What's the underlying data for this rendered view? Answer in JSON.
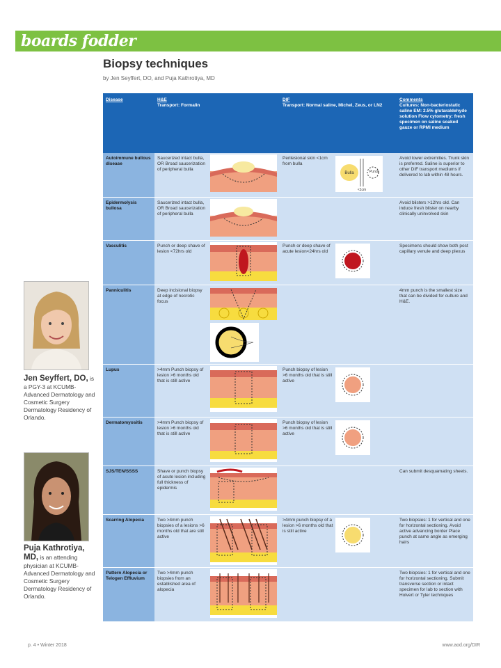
{
  "banner": {
    "text": "boards fodder"
  },
  "title": "Biopsy techniques",
  "byline": "by Jen Seyffert, DO, and Puja Kathrotiya, MD",
  "authors": [
    {
      "name": "Jen Seyffert, DO,",
      "bio": "is a PGY-3 at KCUMB-Advanced Dermatology and Cosmetic Surgery Dermatology Residency of Orlando."
    },
    {
      "name": "Puja Kathrotiya, MD,",
      "bio": "is an attending physician at KCUMB-Advanced Dermatology and Cosmetic Surgery Dermatology Residency of Orlando."
    }
  ],
  "table": {
    "headers": {
      "disease": "Disease",
      "he_title": "H&E",
      "he_transport": "Transport: Formalin",
      "dif_title": "DIF",
      "dif_transport": "Transport: Normal saline, Michel, Zeus, or LN2",
      "comments_title": "Comments",
      "comments_text": "Cultures: Non-bacteriostatic saline EM: 2.5% glutaraldehyde solution Flow cytometry: fresh specimen on saline soaked gauze or RPMI medium"
    },
    "rows": [
      {
        "disease": "Autoimmune bullous disease",
        "he": "Saucerized intact bulla, OR Broad saucerization of peripheral bulla",
        "dif": "Perilesional skin <1cm from bulla",
        "comments": "Avoid lower extremities. Trunk skin is preferred. Saline is superior to other DIF transport mediums if delivered to lab within 48 hours.",
        "dif_labels": {
          "a": "Bulla",
          "b": "Punch",
          "c": "<1cm"
        }
      },
      {
        "disease": "Epidermolysis bullosa",
        "he": "Saucerized intact bulla, OR Broad saucerization of peripheral bulla",
        "dif": "",
        "comments": "Avoid blisters >12hrs old. Can induce fresh blister on nearby clinically uninvolved skin"
      },
      {
        "disease": "Vasculitis",
        "he": "Punch or deep shave of lesion <72hrs old",
        "dif": "Punch or deep shave of acute lesion<24hrs old",
        "comments": "Specimens should show both post capillary venule and deep plexus"
      },
      {
        "disease": "Panniculitis",
        "he": "Deep incisional biopsy at edge of necrotic focus",
        "dif": "",
        "comments": "4mm punch is the smallest size that can be divided for culture and H&E."
      },
      {
        "disease": "Lupus",
        "he": ">4mm Punch biopsy of lesion >6 months old that is still active",
        "dif": "Punch biopsy of lesion >6 months old that is still active",
        "comments": ""
      },
      {
        "disease": "Dermatomyositis",
        "he": ">4mm Punch biopsy of lesion >6 months old that is still active",
        "dif": "Punch biopsy of lesion >6 months old that is still active",
        "comments": ""
      },
      {
        "disease": "SJS/TEN/SSSS",
        "he": "Shave or punch biopsy of acute lesion including full thickness of epidermis",
        "dif": "",
        "comments": "Can submit desquamating sheets."
      },
      {
        "disease": "Scarring Alopecia",
        "he": "Two >4mm punch biopsies of a lesions >6 months old that are still active",
        "dif": ">4mm punch biopsy of a lesion >6 months old that is still active",
        "comments": "Two biopsies: 1 for vertical and one for horizontal sectioning. Avoid active advancing border Place punch at same angle as emerging hairs"
      },
      {
        "disease": "Pattern Alopecia or Telogen Effluvium",
        "he": "Two >4mm punch biopsies from an established area of alopecia",
        "dif": "",
        "comments": "Two biopsies: 1 for vertical and one for horizontal sectioning. Submit transverse section or intact specimen for lab to section with Holvert or Tyler techniques"
      }
    ]
  },
  "footer": {
    "left": "p. 4 • Winter 2018",
    "right": "www.aod.org/DIR"
  },
  "colors": {
    "banner": "#7dc142",
    "header": "#1c66b5",
    "disease_col": "#8bb4e0",
    "cell": "#cfe0f3"
  }
}
